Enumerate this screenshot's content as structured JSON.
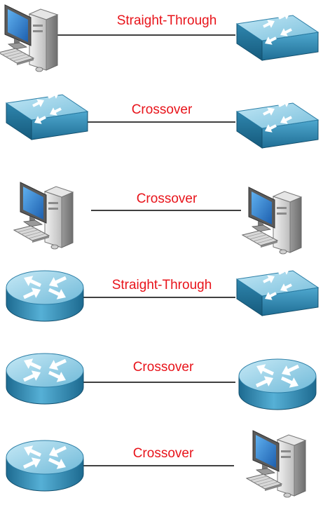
{
  "colors": {
    "label": "#e8141b",
    "cable": "#000000",
    "device_blue_top": "#9fd3e8",
    "device_blue_side": "#2b7ea6",
    "device_blue_front": "#3f9bc4",
    "pc_case": "#c9c9c9",
    "pc_case_dark": "#8e8e8e",
    "pc_screen": "#2f7fd0"
  },
  "connections": [
    {
      "left_device": "computer-icon",
      "right_device": "switch-icon",
      "label": "Straight-Through"
    },
    {
      "left_device": "switch-icon",
      "right_device": "switch-icon",
      "label": "Crossover"
    },
    {
      "left_device": "computer-icon",
      "right_device": "computer-icon",
      "label": "Crossover"
    },
    {
      "left_device": "router-icon",
      "right_device": "switch-icon",
      "label": "Straight-Through"
    },
    {
      "left_device": "router-icon",
      "right_device": "router-icon",
      "label": "Crossover"
    },
    {
      "left_device": "router-icon",
      "right_device": "computer-icon",
      "label": "Crossover"
    }
  ]
}
